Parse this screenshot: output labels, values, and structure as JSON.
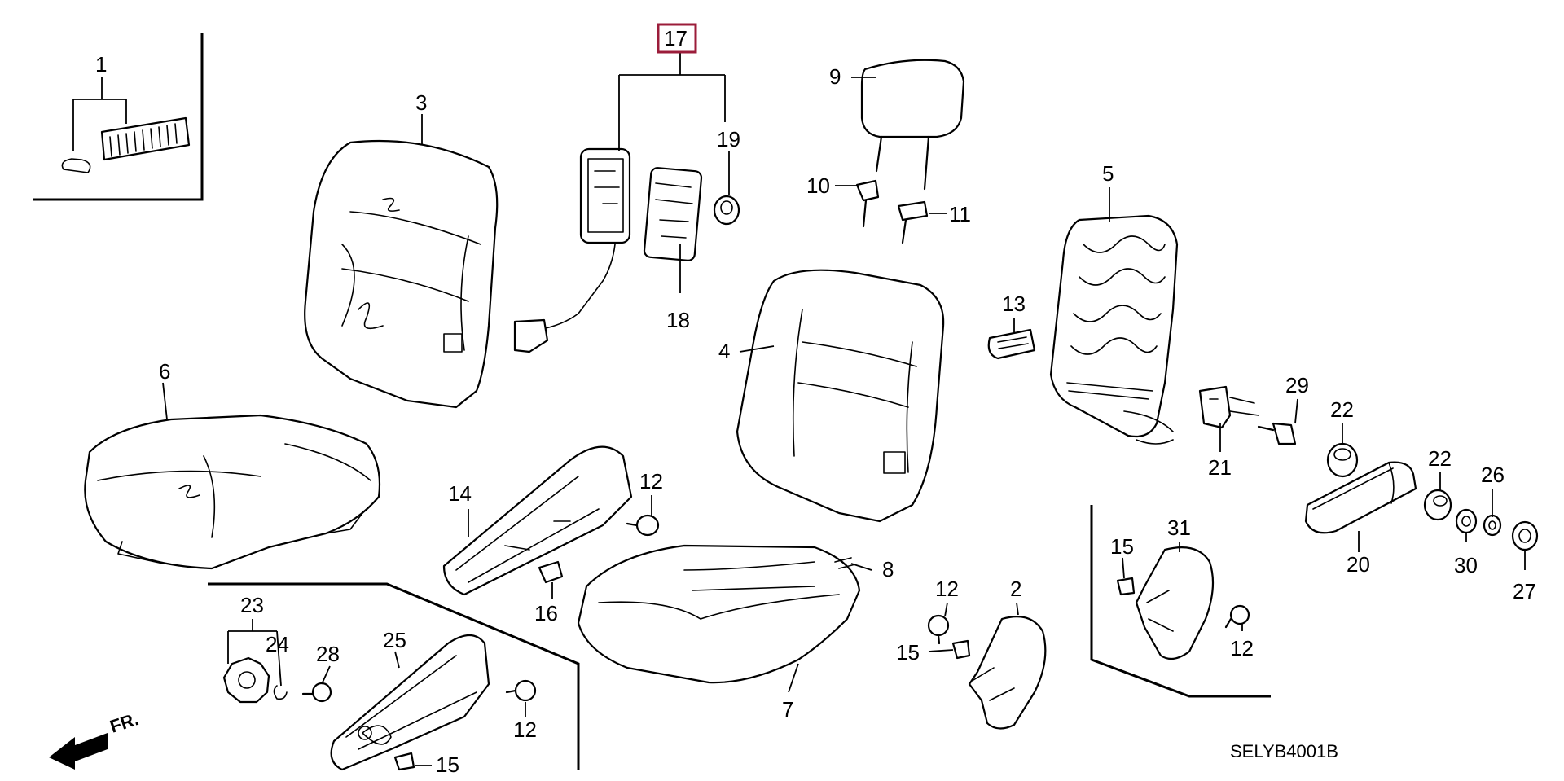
{
  "diagram": {
    "code": "SELYB4001B",
    "front_marker": "FR.",
    "highlight_color": "#9b1c3a",
    "callouts": {
      "c1": "1",
      "c2": "2",
      "c3": "3",
      "c4": "4",
      "c5": "5",
      "c6": "6",
      "c7": "7",
      "c8": "8",
      "c9": "9",
      "c10": "10",
      "c11": "11",
      "c12a": "12",
      "c12b": "12",
      "c12c": "12",
      "c12d": "12",
      "c13": "13",
      "c14": "14",
      "c15a": "15",
      "c15b": "15",
      "c15c": "15",
      "c16": "16",
      "c17": "17",
      "c18": "18",
      "c19": "19",
      "c20": "20",
      "c21": "21",
      "c22a": "22",
      "c22b": "22",
      "c23": "23",
      "c24": "24",
      "c25": "25",
      "c26": "26",
      "c27": "27",
      "c28": "28",
      "c29": "29",
      "c30": "30",
      "c31": "31"
    }
  }
}
